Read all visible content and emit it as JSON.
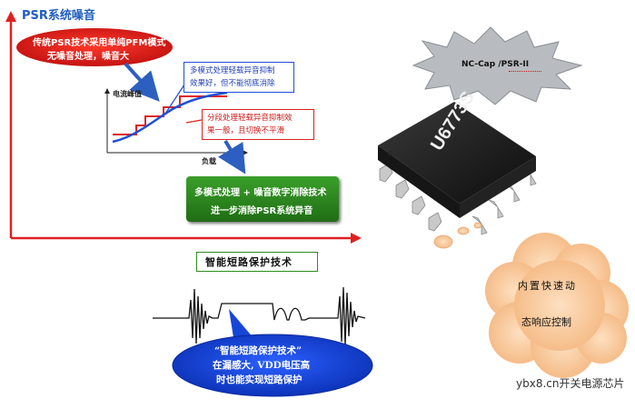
{
  "left_diagram": {
    "axis_title": "PSR系统噪音",
    "red_oval": {
      "line1": "传统PSR技术采用单纯PFM模式",
      "line2": "无噪音处理，噪音大"
    },
    "inset": {
      "ylabel": "电流峰值",
      "xlabel": "负载"
    },
    "blue_box": {
      "line1": "多模式处理轻载异音抑制",
      "line2": "效果好，但不能彻底消除"
    },
    "red_box": {
      "line1": "分段处理轻载异音抑制效",
      "line2": "果一般，且切换不平滑"
    },
    "green_box": {
      "line1": "多模式处理 + 噪音数字消除技术",
      "line2": "进一步消除PSR系统异音"
    }
  },
  "short_circuit": {
    "label": "智能短路保护技术",
    "oval": {
      "line1": "“智能短路保护技术”",
      "line2": "在漏感大, VDD电压高",
      "line3": "时也能实现短路保护"
    }
  },
  "chip": {
    "marking": "U6773S",
    "starburst_label": "NC-Cap /PSR-II",
    "cloud": {
      "line1": "内置快速动",
      "line2": "态响应控制"
    }
  },
  "watermark": "ybx8.cn开关电源芯片",
  "colors": {
    "axis_blue": "#1f5fbf",
    "red_oval": "#e0201b",
    "green_box": "#2e8b1e",
    "blue_oval": "#1646d8",
    "cloud": "#f8c89a"
  }
}
